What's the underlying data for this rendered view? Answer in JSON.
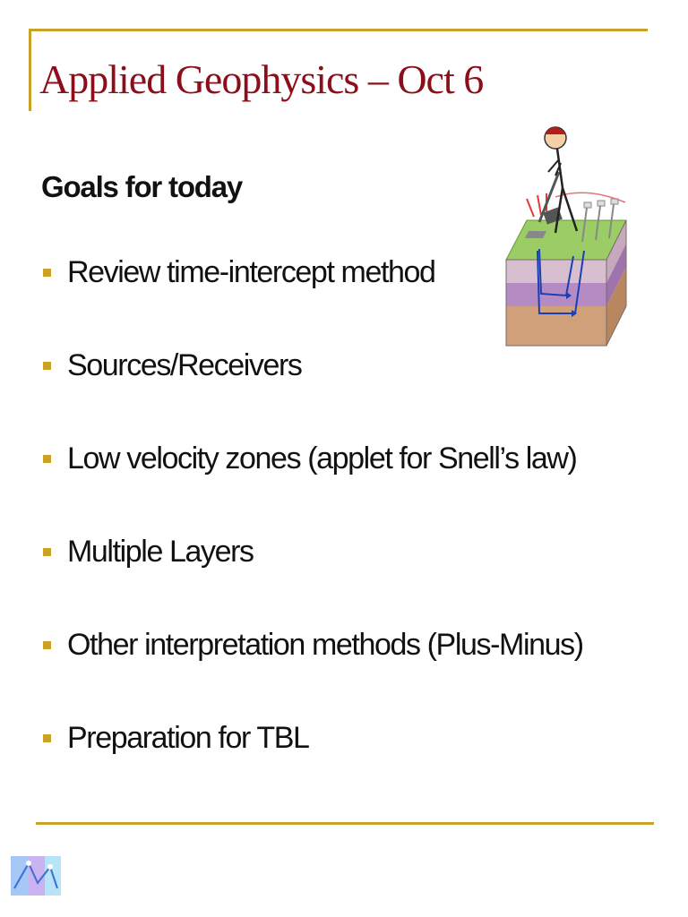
{
  "slide": {
    "title": "Applied Geophysics – Oct 6",
    "subtitle": "Goals for today",
    "goals": [
      "Review time-intercept method",
      "Sources/Receivers",
      "Low velocity zones (applet for Snell’s law)",
      "Multiple Layers",
      "Other interpretation methods (Plus-Minus)",
      "Preparation for TBL"
    ]
  },
  "colors": {
    "title": "#8b0e1a",
    "accent_rule": "#c9a227",
    "bullet": "#c9a227",
    "text": "#111111"
  },
  "icons": {
    "illustration": "seismic-survey-illustration",
    "bullet": "square-bullet",
    "corner": "corner-logo-icon"
  }
}
